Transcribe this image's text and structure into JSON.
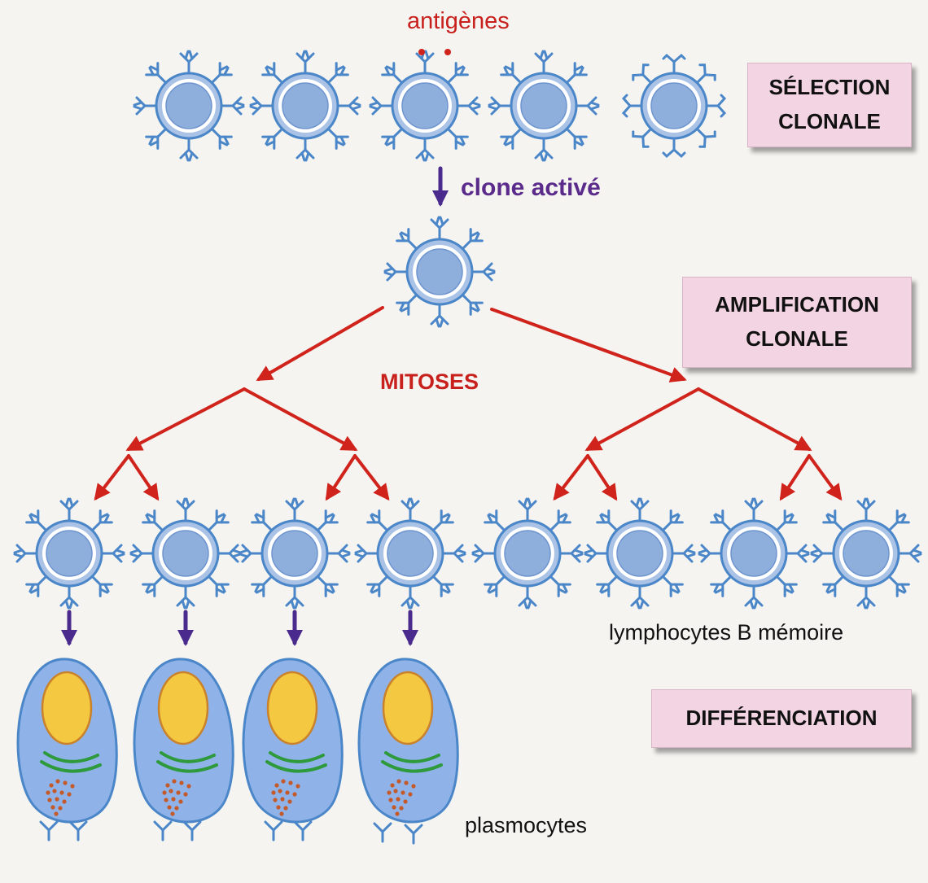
{
  "labels": {
    "antigens": "antigènes",
    "active_clone": "clone activé",
    "mitoses": "MITOSES",
    "memory_cells": "lymphocytes B mémoire",
    "plasma_cells": "plasmocytes"
  },
  "stages": {
    "selection": {
      "line1": "SÉLECTION",
      "line2": "CLONALE"
    },
    "amplification": {
      "line1": "AMPLIFICATION",
      "line2": "CLONALE"
    },
    "differentiation": {
      "line1": "DIFFÉRENCIATION"
    }
  },
  "colors": {
    "membrane": "#4a86c8",
    "cell_fill": "#a9c2e6",
    "nucleus_fill": "#8eaedc",
    "red_arrow": "#d0231c",
    "purple_arrow": "#4a2a8c",
    "stage_box": "#f2d4e2",
    "plasma_nucleus": "#f5c842",
    "er": "#2e9a3c",
    "golgi": "#c45a2a"
  }
}
